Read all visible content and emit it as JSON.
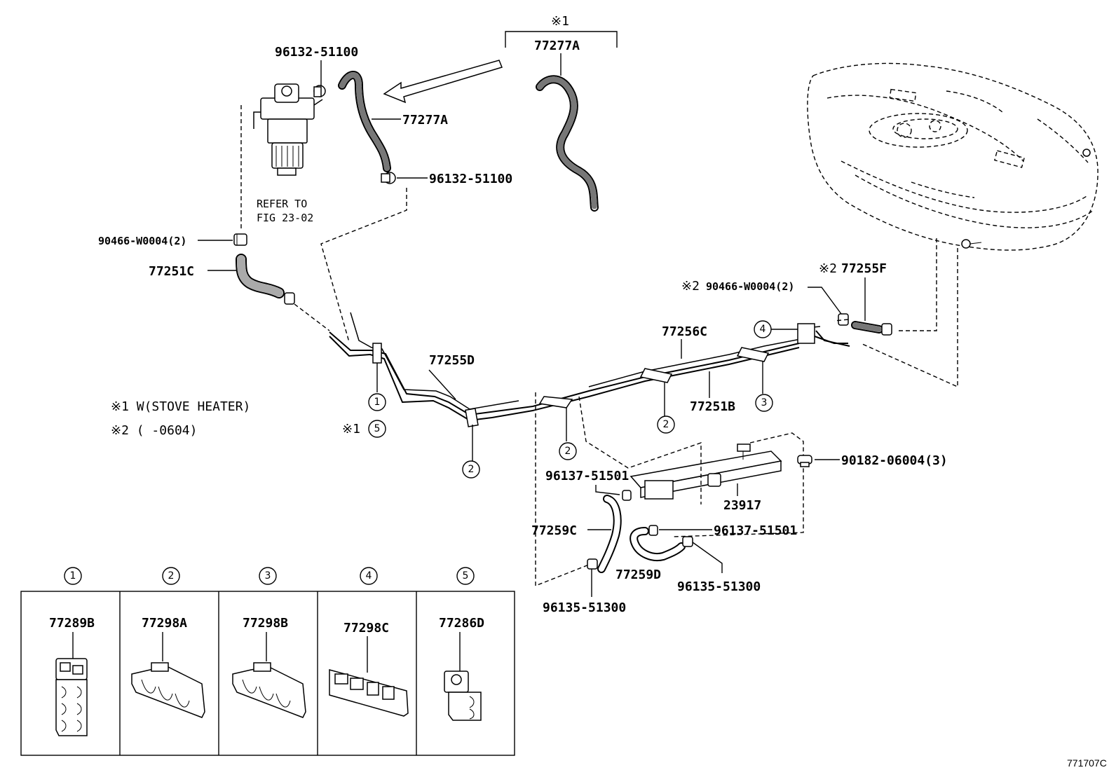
{
  "labels": {
    "note1_mark": "※1",
    "top_bracket_label": "77277A",
    "hose_77277A": "77277A",
    "clip_96132_top": "96132-51100",
    "clip_96132_mid": "96132-51100",
    "refer_line1": "REFER TO",
    "refer_line2": "FIG 23-02",
    "clamp_90466": "90466-W0004(2)",
    "hose_77251C": "77251C",
    "pipe_77255D": "77255D",
    "pipe_77256C": "77256C",
    "pipe_77251B": "77251B",
    "note2_mark": "※2",
    "hose_77255F": "77255F",
    "clamp_90466_note2": "90466-W0004(2)",
    "bolt_90182": "90182-06004(3)",
    "canister_23917": "23917",
    "clip_96137_a": "96137-51501",
    "clip_96137_b": "96137-51501",
    "hose_77259C": "77259C",
    "hose_77259D": "77259D",
    "clamp_96135_a": "96135-51300",
    "clamp_96135_b": "96135-51300",
    "note1_text": "※1 W(STOVE HEATER)",
    "note2_text": "※2 (      -0604)",
    "note1_circle_prefix": "※1",
    "figure_id": "771707C"
  },
  "circle_numbers": {
    "c1": "1",
    "c2": "2",
    "c3": "3",
    "c4": "4",
    "c5": "5"
  },
  "legend": [
    {
      "num": "1",
      "part": "77289B"
    },
    {
      "num": "2",
      "part": "77298A"
    },
    {
      "num": "3",
      "part": "77298B"
    },
    {
      "num": "4",
      "part": "77298C"
    },
    {
      "num": "5",
      "part": "77286D"
    }
  ]
}
